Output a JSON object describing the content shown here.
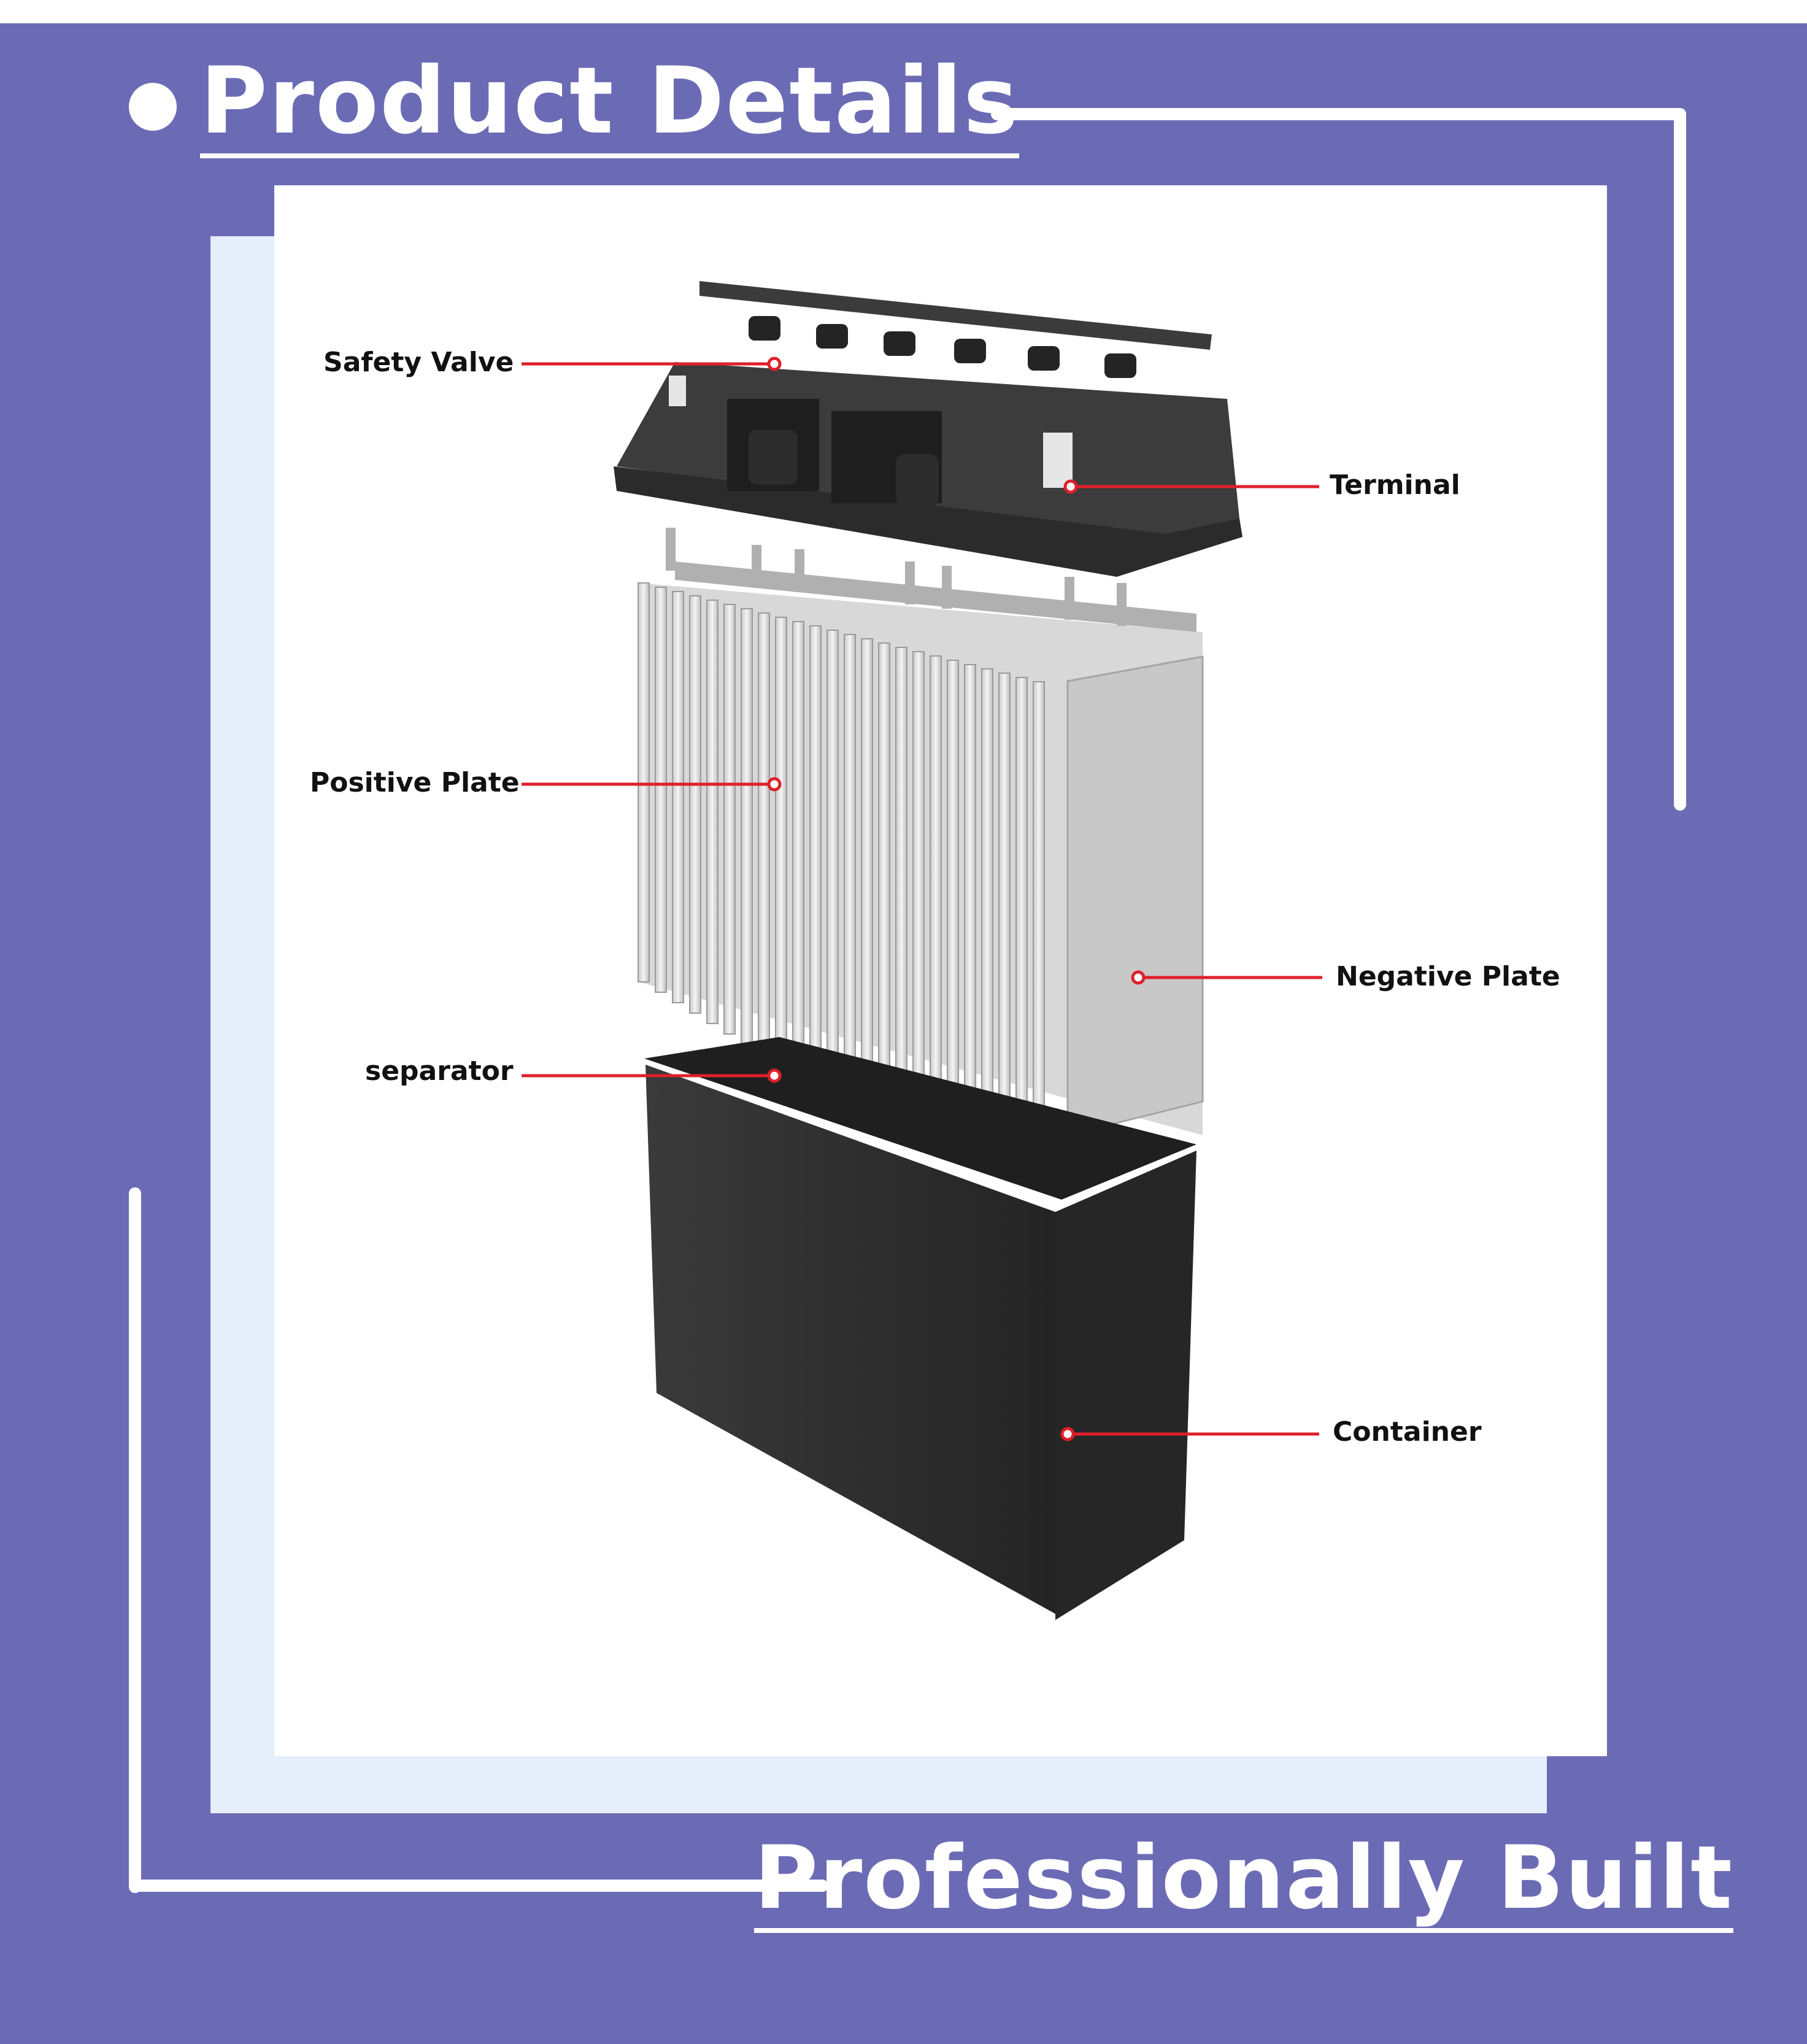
{
  "header": {
    "title": "Product Details"
  },
  "footer": {
    "tagline": "Professionally Built"
  },
  "labels": {
    "safety_valve": "Safety Valve",
    "terminal": "Terminal",
    "positive_plate": "Positive Plate",
    "negative_plate": "Negative Plate",
    "separator": "separator",
    "container": "Container"
  },
  "colors": {
    "background": "#6b6bb5",
    "panel": "#ffffff",
    "panel_shadow": "#e6eefb",
    "leader_line": "#e0202a",
    "battery_body": "#2b2b2b"
  }
}
